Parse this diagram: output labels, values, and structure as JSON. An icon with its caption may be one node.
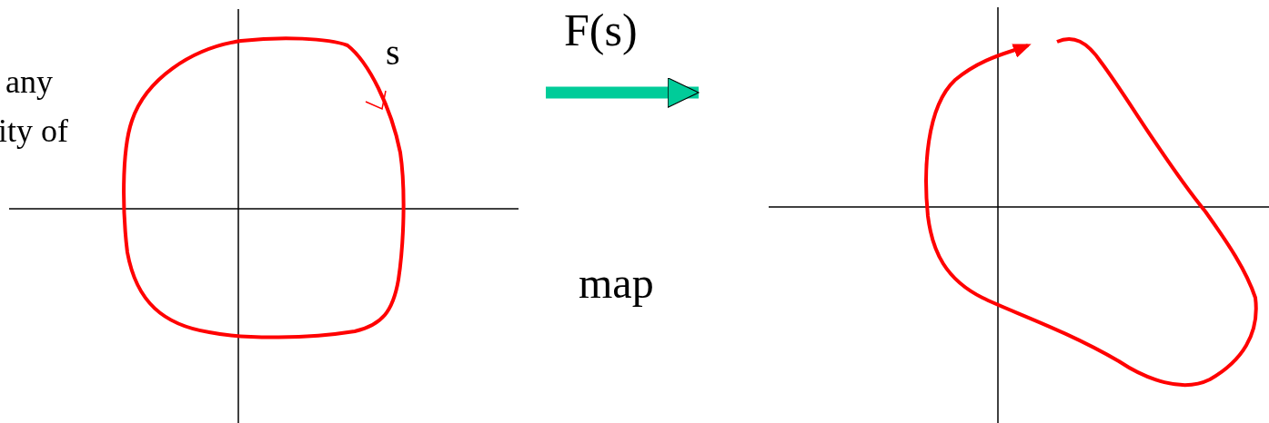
{
  "diagram": {
    "nodes": [
      {
        "text": [],
        "shape": "picture"
      },
      {
        "text": [],
        "shape": "picture"
      }
    ],
    "edges": [
      {
        "from": 0,
        "to": 1,
        "arrow": "to",
        "label": "F(s)"
      }
    ],
    "labels": [
      "any",
      "ity of",
      "s",
      "map"
    ]
  }
}
